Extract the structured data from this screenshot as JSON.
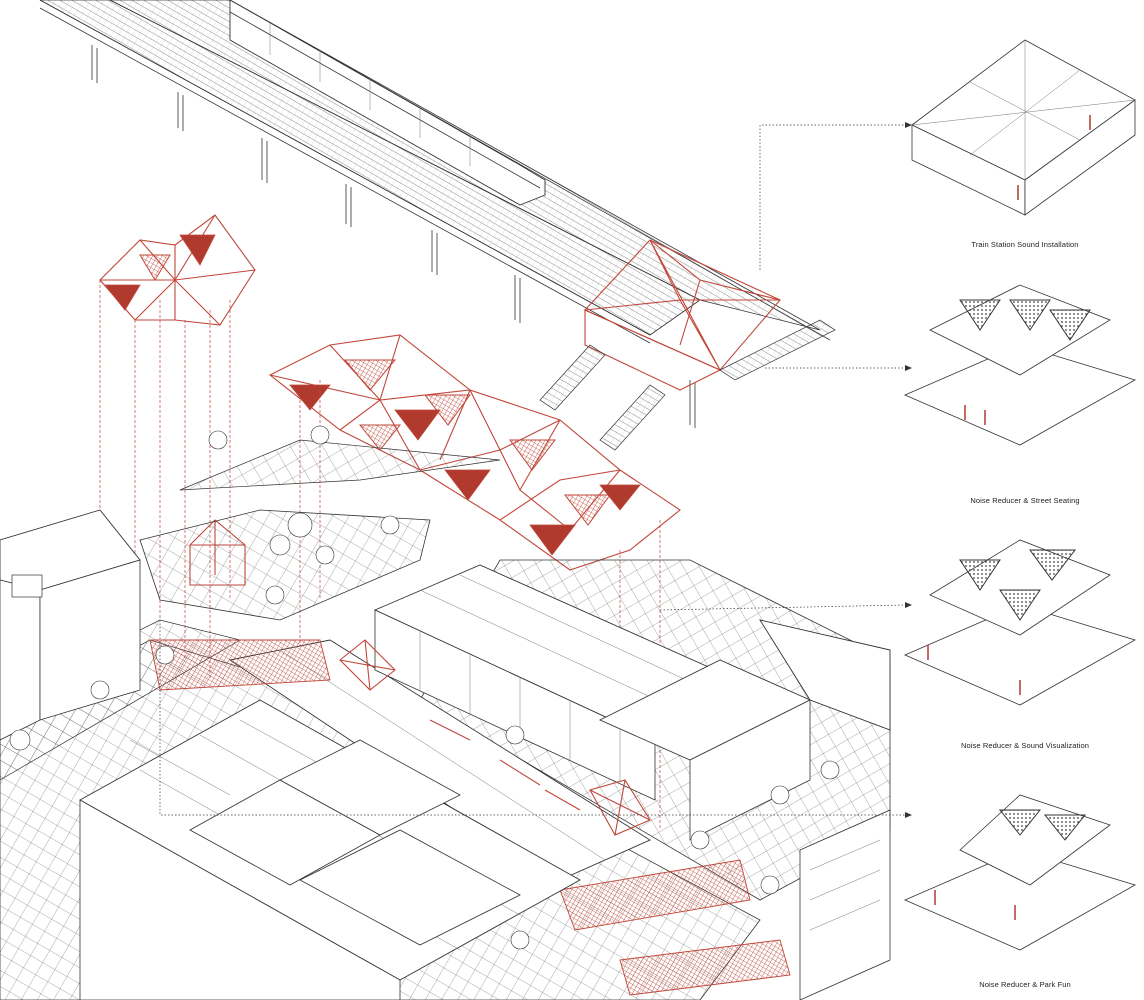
{
  "captions": {
    "panel_1": "Train Station Sound Installation",
    "panel_2": "Noise Reducer & Street Seating",
    "panel_3": "Noise Reducer & Sound Visualization",
    "panel_4": "Noise Reducer & Park Fun"
  },
  "colors": {
    "accent_red": "#c1473a",
    "accent_red_dark": "#b03a2e",
    "line": "#333333",
    "background": "#ffffff"
  }
}
